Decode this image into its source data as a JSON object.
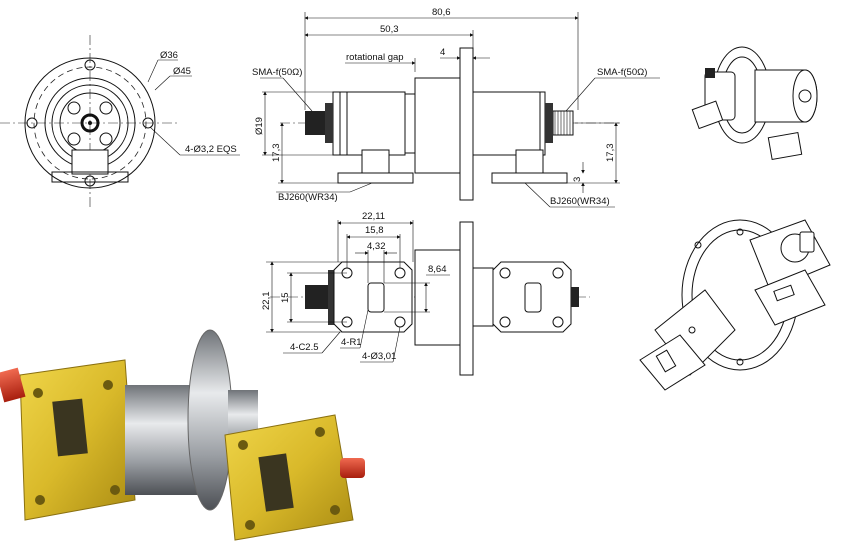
{
  "front_view": {
    "dia_inner": "Ø36",
    "dia_outer": "Ø45",
    "holes": "4-Ø3,2 EQS"
  },
  "side_view": {
    "overall_length": "80,6",
    "length_to_flange": "50,3",
    "rotational_gap": "rotational gap",
    "flange_thickness": "4",
    "connector_left": "SMA-f(50Ω)",
    "connector_right": "SMA-f(50Ω)",
    "body_dia": "Ø19",
    "height_left": "17,3",
    "height_right": "17,3",
    "flange_plate": "3",
    "waveguide_left": "BJ260(WR34)",
    "waveguide_right": "BJ260(WR34)"
  },
  "top_view": {
    "flange_width": "22,11",
    "hole_spacing_x": "15,8",
    "slot_width": "4,32",
    "slot_height": "8,64",
    "flange_height": "22,1",
    "hole_spacing_y": "15",
    "chamfer": "4-C2.5",
    "radius": "4-R1",
    "holes": "4-Ø3,01"
  },
  "colors": {
    "flange_gold": "#d9b92a",
    "body_silver": "#b9bcc0",
    "connector_red": "#d4301c"
  }
}
